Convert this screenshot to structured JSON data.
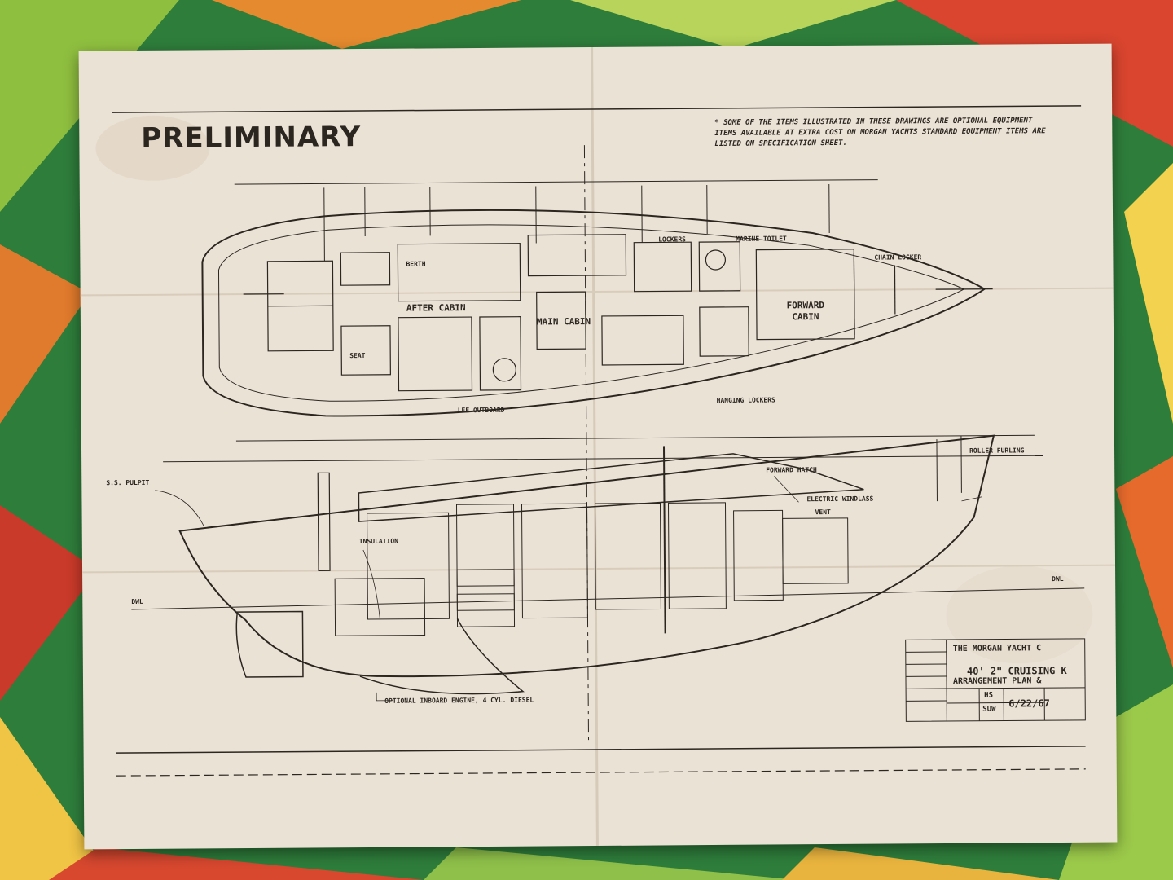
{
  "sheet": {
    "title": "PRELIMINARY",
    "note": "* SOME OF THE ITEMS ILLUSTRATED IN THESE DRAWINGS ARE OPTIONAL EQUIPMENT ITEMS AVAILABLE AT EXTRA COST ON MORGAN YACHTS STANDARD EQUIPMENT ITEMS ARE LISTED ON SPECIFICATION SHEET."
  },
  "plan_labels": {
    "after_cabin": "AFTER CABIN",
    "main_cabin": "MAIN CABIN",
    "forward_cabin": "FORWARD CABIN",
    "marine_toilet": "MARINE TOILET",
    "lockers": "LOCKERS",
    "berth": "BERTH",
    "seat": "SEAT",
    "hanging_lockers": "HANGING LOCKERS",
    "lee_outboard": "LEE OUTBOARD",
    "chain_locker": "CHAIN LOCKER"
  },
  "profile_labels": {
    "ss_pulpit": "S.S. PULPIT",
    "insulation": "INSULATION",
    "forward_hatch": "FORWARD HATCH",
    "electric_windlass": "ELECTRIC WINDLASS",
    "vent": "VENT",
    "roller_furling": "ROLLER FURLING",
    "dwl_left": "DWL",
    "dwl_right": "DWL",
    "engine_note": "OPTIONAL INBOARD ENGINE, 4 CYL. DIESEL"
  },
  "title_block": {
    "company": "THE MORGAN YACHT C",
    "model": "40' 2\" CRUISING K",
    "drawing": "ARRANGEMENT PLAN &",
    "initials_1": "HS",
    "initials_2": "SUW",
    "date": "6/22/67"
  }
}
